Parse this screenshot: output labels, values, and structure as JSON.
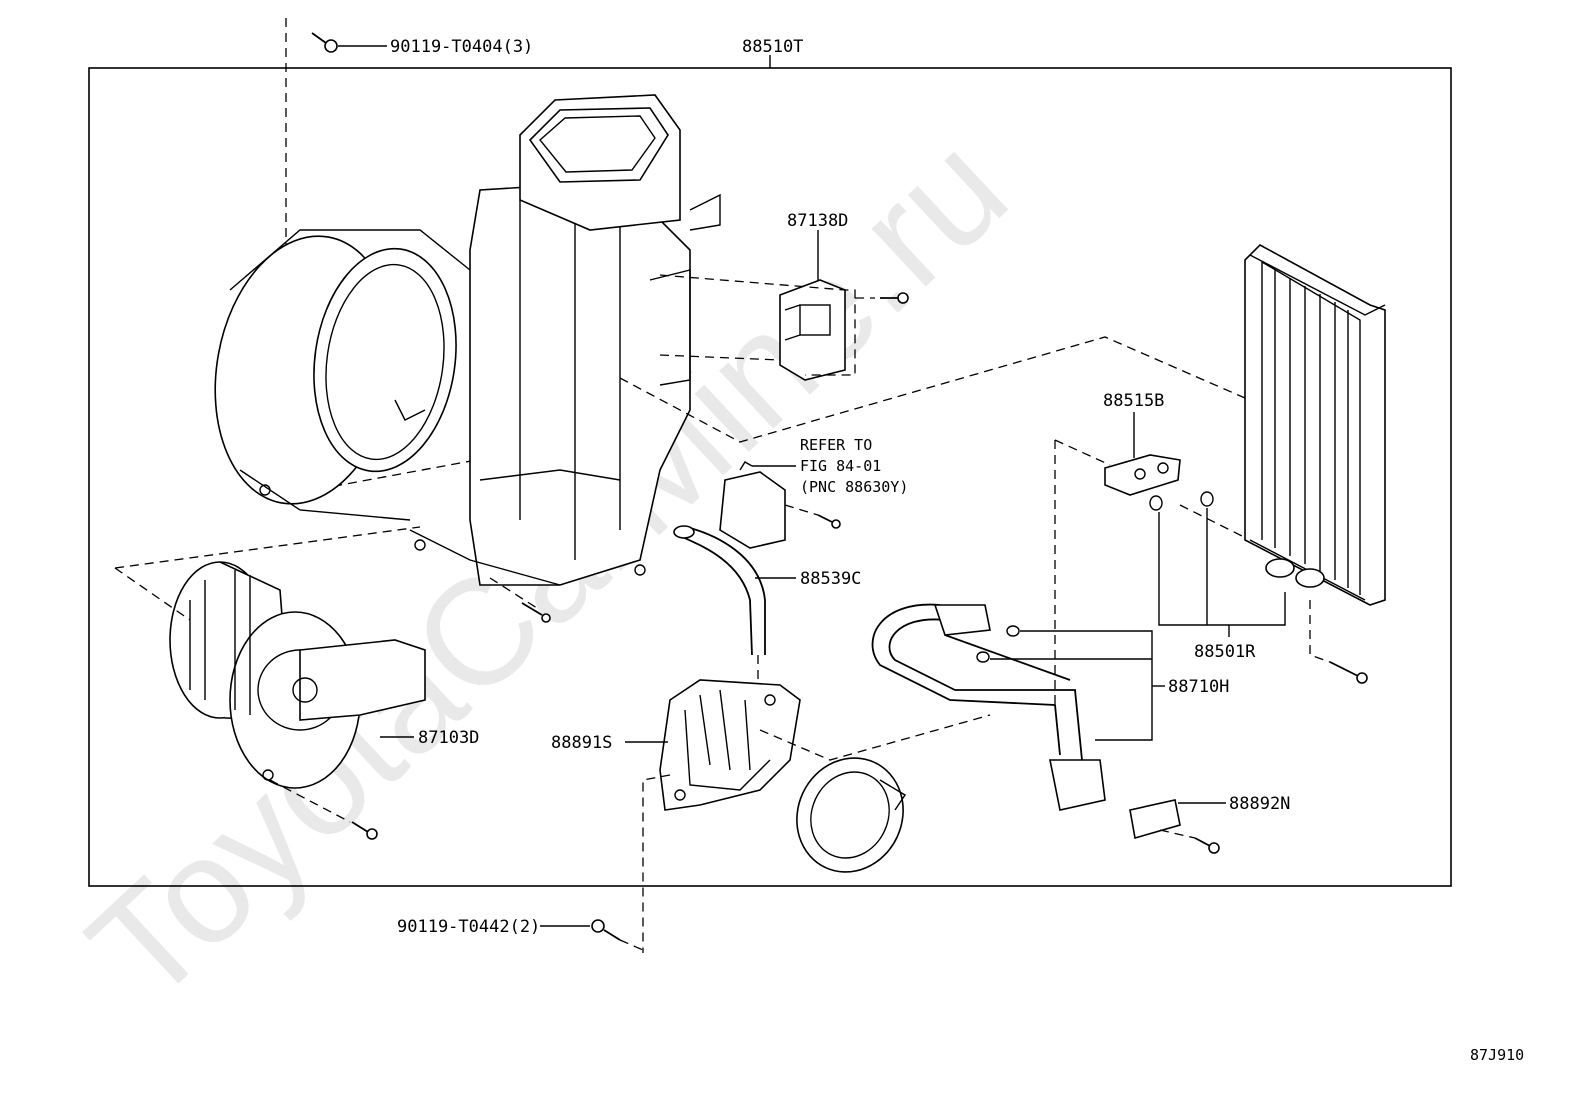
{
  "watermark": "ToyotaCarMine.ru",
  "diagram_code": "87J910",
  "parts": {
    "assembly": "88510T",
    "bolt_top": "90119-T0404(3)",
    "bolt_bottom": "90119-T0442(2)",
    "resistor": "87138D",
    "expansion_valve": "88515B",
    "o_ring": "88501R",
    "tube_pipe": "88710H",
    "drain_hose": "88539C",
    "blower_motor": "87103D",
    "case_part": "88891S",
    "clamp": "88892N"
  },
  "refer_note": {
    "line1": "REFER TO",
    "line2": "FIG 84-01",
    "line3": "(PNC 88630Y)"
  }
}
